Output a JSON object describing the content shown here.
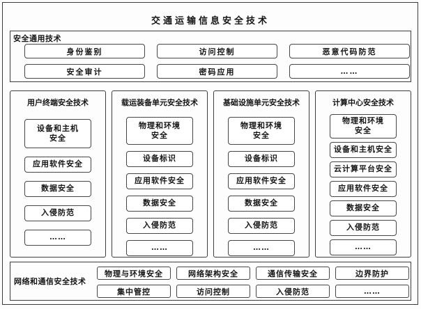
{
  "title": "交通运输信息安全技术",
  "general": {
    "label": "安全通用技术",
    "rows": [
      [
        "身份鉴别",
        "访问控制",
        "恶意代码防范"
      ],
      [
        "安全审计",
        "密码应用",
        "……"
      ]
    ]
  },
  "columns": [
    {
      "title": "用户终端安全技术",
      "items": [
        "设备和主机\n安全",
        "应用软件安全",
        "数据安全",
        "入侵防范",
        "……"
      ]
    },
    {
      "title": "载运装备单元安全技术",
      "items": [
        "物理和环境\n安全",
        "设备标识",
        "应用软件安全",
        "数据安全",
        "入侵防范",
        "……"
      ]
    },
    {
      "title": "基础设施单元安全技术",
      "items": [
        "物理和环境\n安全",
        "设备标识",
        "应用软件安全",
        "数据安全",
        "入侵防范",
        "……"
      ]
    },
    {
      "title": "计算中心安全技术",
      "items": [
        "物理和环境\n安全",
        "设备和主机安全",
        "云计算平台安全",
        "应用软件安全",
        "数据安全",
        "入侵防范",
        "……"
      ]
    }
  ],
  "network": {
    "label": "网络和通信安全技术",
    "rows": [
      [
        "物理与环境安全",
        "网络架构安全",
        "通信传输安全",
        "边界防护"
      ],
      [
        "集中管控",
        "访问控制",
        "入侵防范",
        "……"
      ]
    ]
  },
  "colors": {
    "border": "#3c3c3c",
    "text": "#151515",
    "background": "#fdfdfd",
    "box_background": "#ffffff"
  }
}
